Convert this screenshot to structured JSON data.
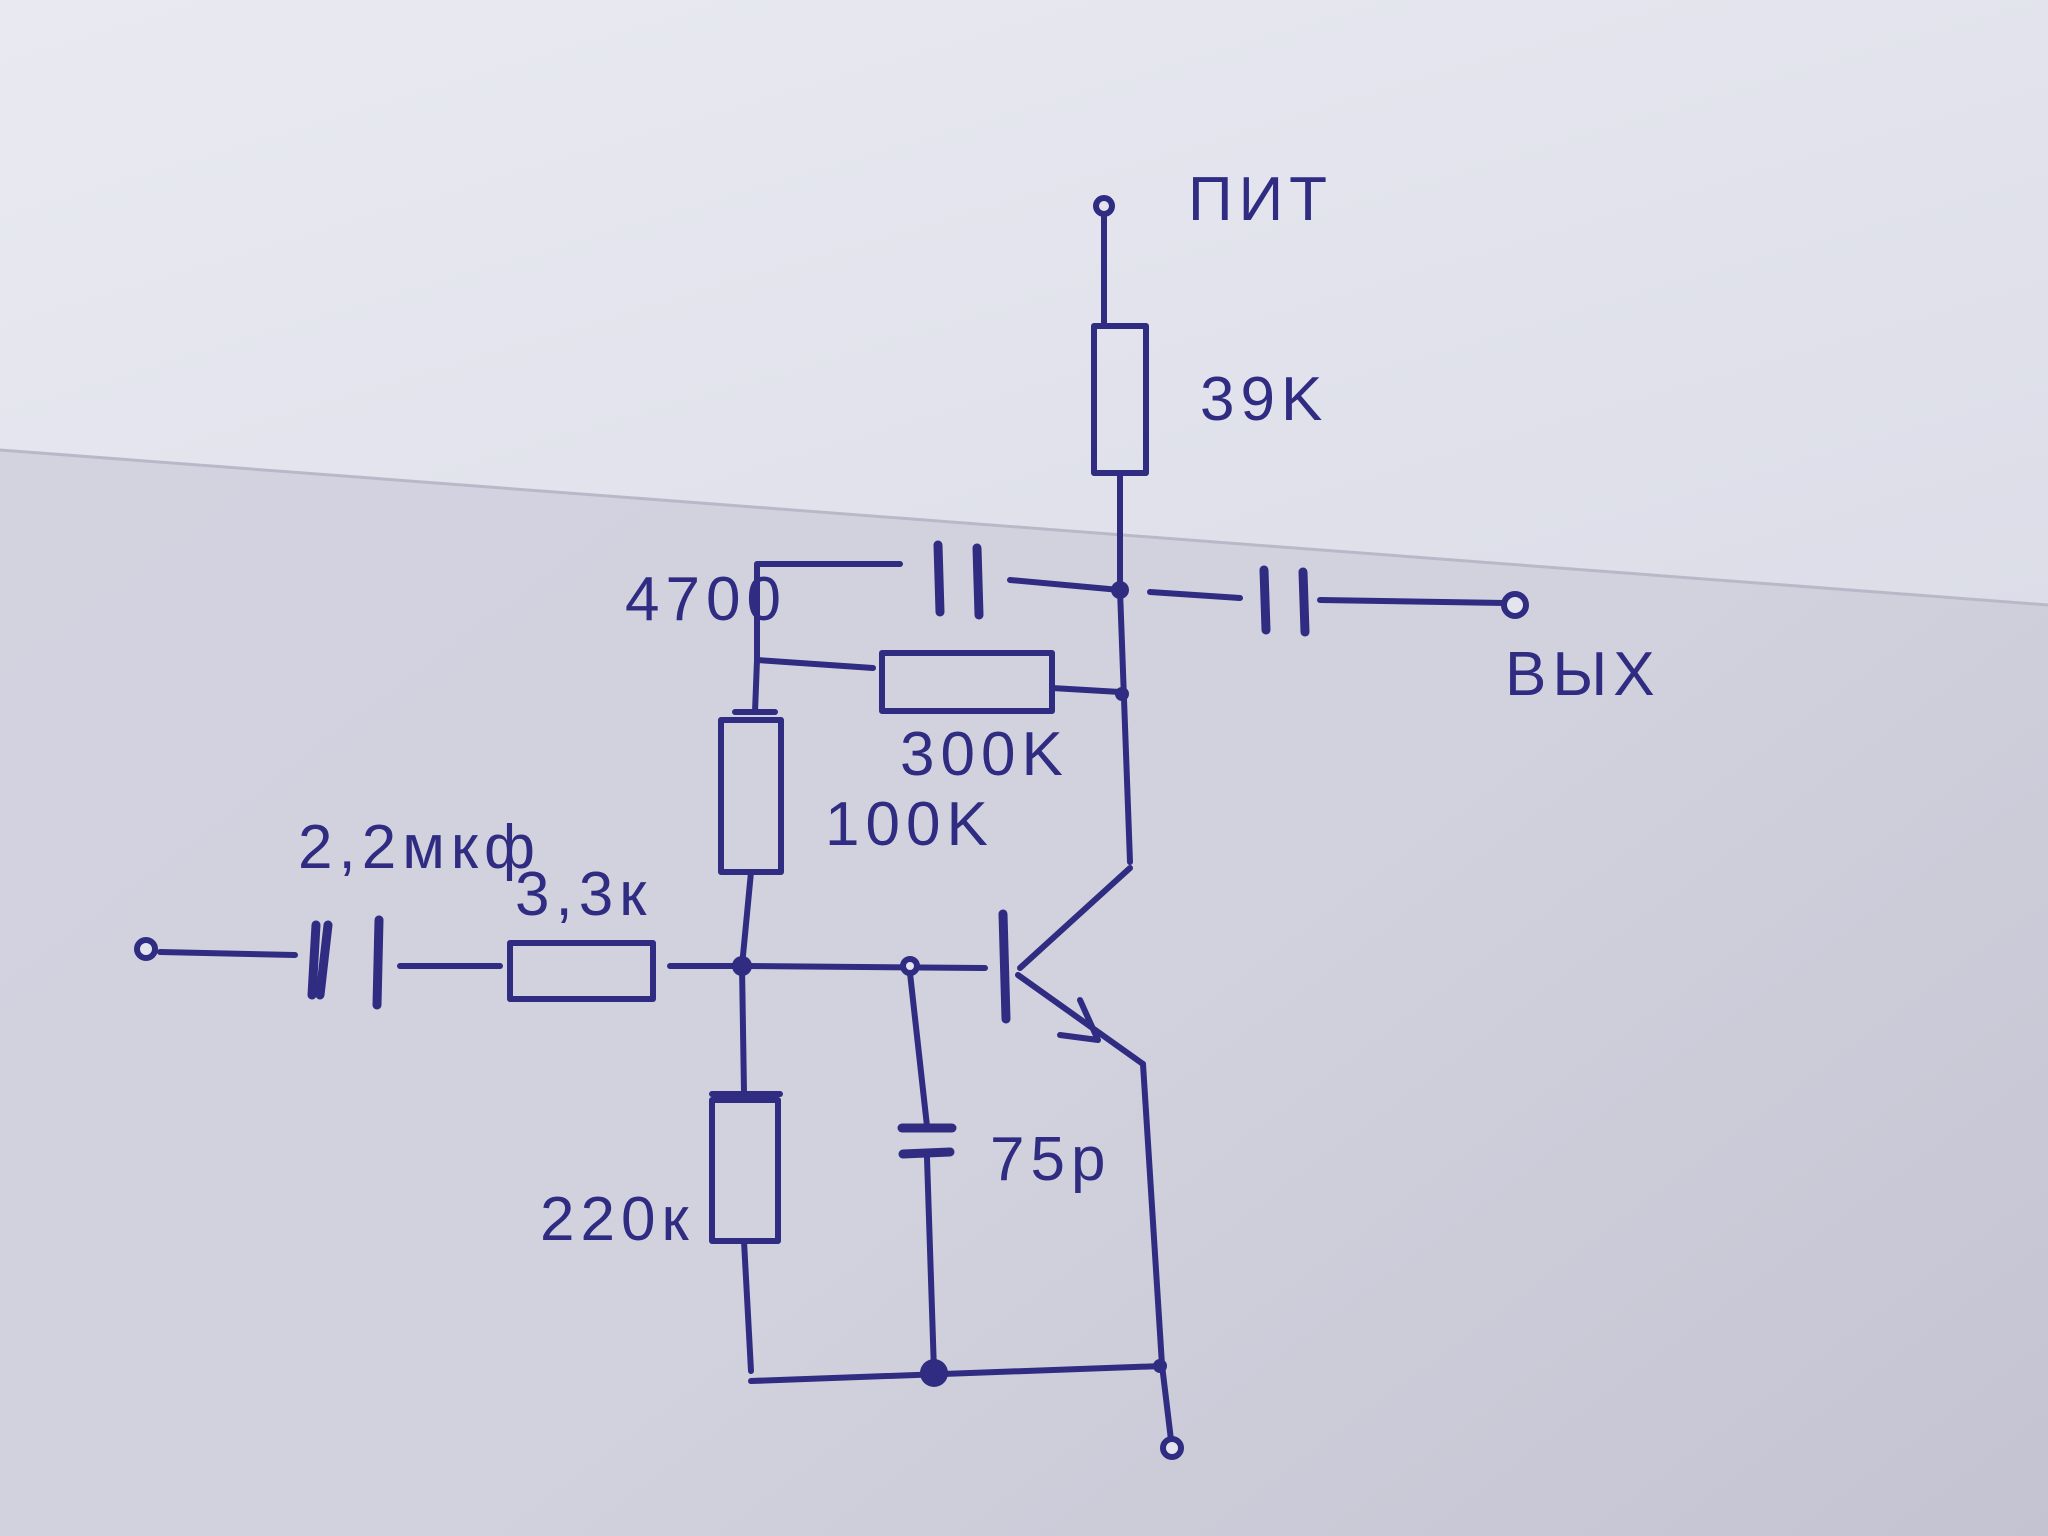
{
  "diagram": {
    "type": "hand-drawn transistor amplifier schematic",
    "colors": {
      "ink": "#2f2c82",
      "paper_top": "#e6e7ef",
      "paper_bottom": "#cfd0dd"
    },
    "labels": {
      "power": "ПИТ",
      "output": "ВЫХ",
      "r_collector": "39K",
      "c_feedback": "4700",
      "r_feedback": "300K",
      "r_bias_top": "100K",
      "c_input": "2,2мкф",
      "r_input": "3,3к",
      "c_base": "75р",
      "r_bias_bottom": "220к"
    }
  }
}
